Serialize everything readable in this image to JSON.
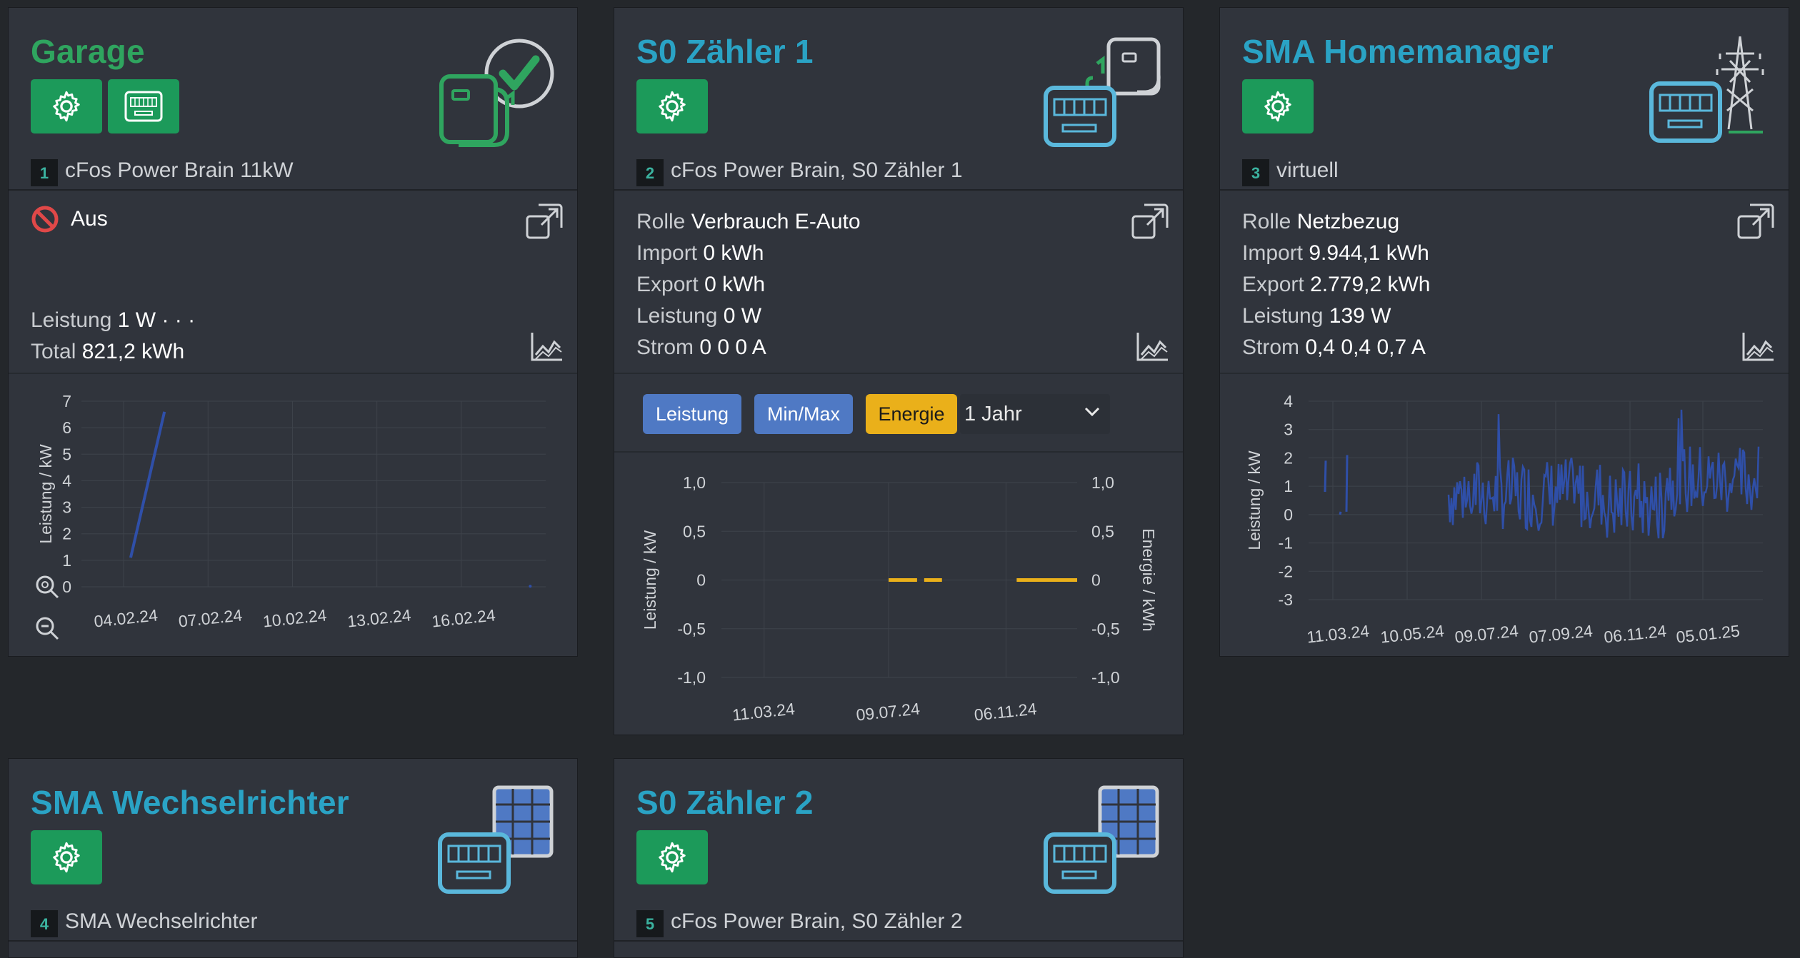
{
  "cards": {
    "garage": {
      "title": "Garage",
      "badge": "1",
      "subtitle": "cFos Power Brain 11kW",
      "status": "Aus",
      "power_key": "Leistung",
      "power_val": "1 W · · ·",
      "total_key": "Total",
      "total_val": "821,2 kWh"
    },
    "s0_1": {
      "title": "S0 Zähler 1",
      "badge": "2",
      "subtitle": "cFos Power Brain, S0 Zähler 1",
      "rows": [
        {
          "k": "Rolle",
          "v": "Verbrauch E-Auto"
        },
        {
          "k": "Import",
          "v": "0 kWh"
        },
        {
          "k": "Export",
          "v": "0 kWh"
        },
        {
          "k": "Leistung",
          "v": "0 W"
        },
        {
          "k": "Strom",
          "v": "0 0 0 A"
        }
      ],
      "tabs": {
        "leistung": "Leistung",
        "minmax": "Min/Max",
        "energie": "Energie"
      },
      "range": "1 Jahr"
    },
    "sma_hm": {
      "title": "SMA Homemanager",
      "badge": "3",
      "subtitle": "virtuell",
      "rows": [
        {
          "k": "Rolle",
          "v": "Netzbezug"
        },
        {
          "k": "Import",
          "v": "9.944,1 kWh"
        },
        {
          "k": "Export",
          "v": "2.779,2 kWh"
        },
        {
          "k": "Leistung",
          "v": "139 W"
        },
        {
          "k": "Strom",
          "v": "0,4 0,4 0,7 A"
        }
      ]
    },
    "sma_wr": {
      "title": "SMA Wechselrichter",
      "badge": "4",
      "subtitle": "SMA Wechselrichter"
    },
    "s0_2": {
      "title": "S0 Zähler 2",
      "badge": "5",
      "subtitle": "cFos Power Brain, S0 Zähler 2"
    }
  },
  "chart_data": [
    {
      "type": "line",
      "ylabel": "Leistung / kW",
      "ylim": [
        0,
        7
      ],
      "yticks": [
        "0",
        "1",
        "2",
        "3",
        "4",
        "5",
        "6",
        "7"
      ],
      "xticks": [
        "04.02.24",
        "07.02.24",
        "10.02.24",
        "13.02.24",
        "16.02.24"
      ],
      "series": [
        {
          "color": "#2f4fa8",
          "points": [
            [
              1.75,
              1.1
            ],
            [
              2.95,
              6.6
            ],
            [
              15.95,
              0.02
            ]
          ]
        }
      ]
    },
    {
      "type": "line",
      "ylabel": "Leistung / kW",
      "y2label": "Energie / kWh",
      "ylim": [
        -1,
        1
      ],
      "yticks": [
        "-1,0",
        "-0,5",
        "0",
        "0,5",
        "1,0"
      ],
      "y2ticks": [
        "-1,0",
        "-0,5",
        "0",
        "0,5",
        "1,0"
      ],
      "xticks": [
        "11.03.24",
        "09.07.24",
        "06.11.24"
      ],
      "series": [
        {
          "color": "#eab01a",
          "segments": [
            [
              [
                0.47,
                0
              ],
              [
                0.55,
                0
              ]
            ],
            [
              [
                0.57,
                0
              ],
              [
                0.62,
                0
              ]
            ],
            [
              [
                0.83,
                0
              ],
              [
                1.0,
                0
              ]
            ]
          ]
        }
      ]
    },
    {
      "type": "line",
      "ylabel": "Leistung / kW",
      "ylim": [
        -3,
        4
      ],
      "yticks": [
        "-3",
        "-2",
        "-1",
        "0",
        "1",
        "2",
        "3",
        "4"
      ],
      "xticks": [
        "11.03.24",
        "10.05.24",
        "09.07.24",
        "07.09.24",
        "06.11.24",
        "05.01.25"
      ],
      "series": [
        {
          "color": "#2f4fa8",
          "name": ""
        }
      ]
    }
  ]
}
